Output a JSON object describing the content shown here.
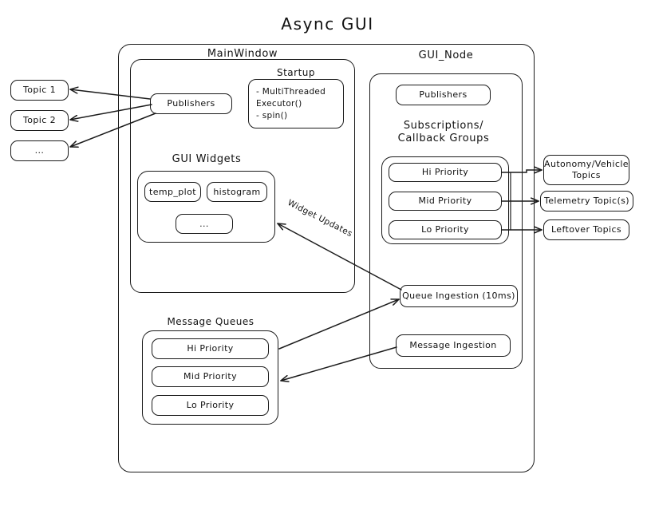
{
  "title": "Async  GUI",
  "groups": {
    "outer": {
      "label": ""
    },
    "main_window": {
      "label": "MainWindow"
    },
    "gui_node": {
      "label": "GUI_Node"
    },
    "startup": {
      "label": "Startup"
    },
    "gui_widgets": {
      "label": "GUI Widgets"
    },
    "subscriptions": {
      "label": "Subscriptions/\nCallback Groups"
    },
    "message_queues": {
      "label": "Message Queues"
    }
  },
  "external_topics": [
    {
      "label": "Topic 1"
    },
    {
      "label": "Topic 2"
    },
    {
      "label": "..."
    }
  ],
  "main_window": {
    "publishers": {
      "label": "Publishers"
    },
    "startup_items": "-  MultiThreaded\n   Executor()\n-  spin()",
    "widgets": [
      {
        "label": "temp_plot"
      },
      {
        "label": "histogram"
      },
      {
        "label": "..."
      }
    ],
    "queues": [
      {
        "label": "Hi Priority"
      },
      {
        "label": "Mid Priority"
      },
      {
        "label": "Lo Priority"
      }
    ]
  },
  "gui_node": {
    "publishers": {
      "label": "Publishers"
    },
    "callback_groups": [
      {
        "label": "Hi Priority"
      },
      {
        "label": "Mid Priority"
      },
      {
        "label": "Lo Priority"
      }
    ],
    "queue_ingestion": {
      "label": "Queue Ingestion (10ms)"
    },
    "message_ingestion": {
      "label": "Message Ingestion"
    }
  },
  "right_topics": [
    {
      "label": "Autonomy/Vehicle\nTopics"
    },
    {
      "label": "Telemetry Topic(s)"
    },
    {
      "label": "Leftover Topics"
    }
  ],
  "edges": {
    "widget_updates": {
      "label": "Widget Updates"
    }
  },
  "colors": {
    "stroke": "#1b1b1b",
    "background": "#ffffff",
    "text": "#111111"
  }
}
